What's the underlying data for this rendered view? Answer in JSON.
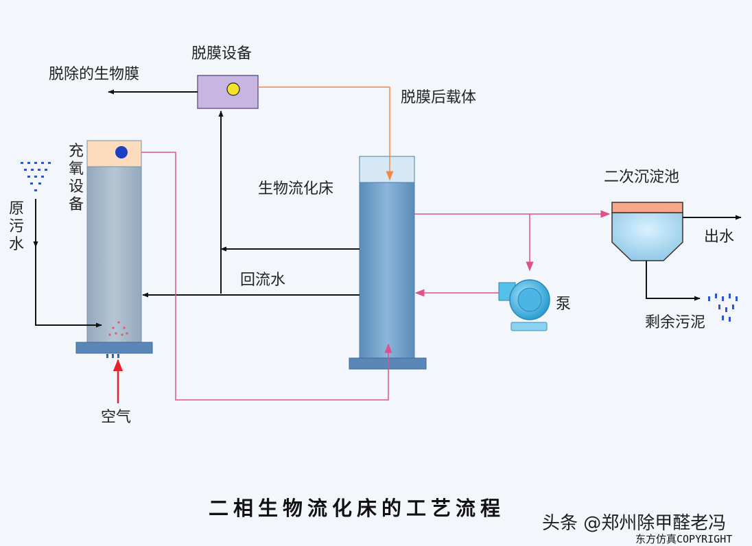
{
  "labels": {
    "removed_biofilm": "脱除的生物膜",
    "stripper": "脱膜设备",
    "stripped_carrier": "脱膜后载体",
    "oxygenator": "充氧设备",
    "raw_sewage": "原污水",
    "fluidized_bed": "生物流化床",
    "return_water": "回流水",
    "pump": "泵",
    "secondary_clarifier": "二次沉淀池",
    "effluent": "出水",
    "excess_sludge": "剩余污泥",
    "air": "空气"
  },
  "title": "二相生物流化床的工艺流程",
  "watermark": "头条 @郑州除甲醛老冯",
  "copyright": "东方仿真COPYRIGHT",
  "colors": {
    "black_flow": "#111111",
    "pink_flow": "#e0508a",
    "orange_flow": "#f08a4a",
    "air_arrow": "#e8202a",
    "column_body": "#a3b6c7",
    "column_top": "#fbdcbf",
    "bed_body": "#6e9ec8",
    "bed_top": "#d6e8f5",
    "base_plate": "#5a86b8",
    "stripper_box": "#c8b6e2",
    "indicator_yellow": "#f5e32a",
    "indicator_blue": "#1d3fc2",
    "clarifier_top": "#f7a88c",
    "pump": "#55c0ea"
  }
}
